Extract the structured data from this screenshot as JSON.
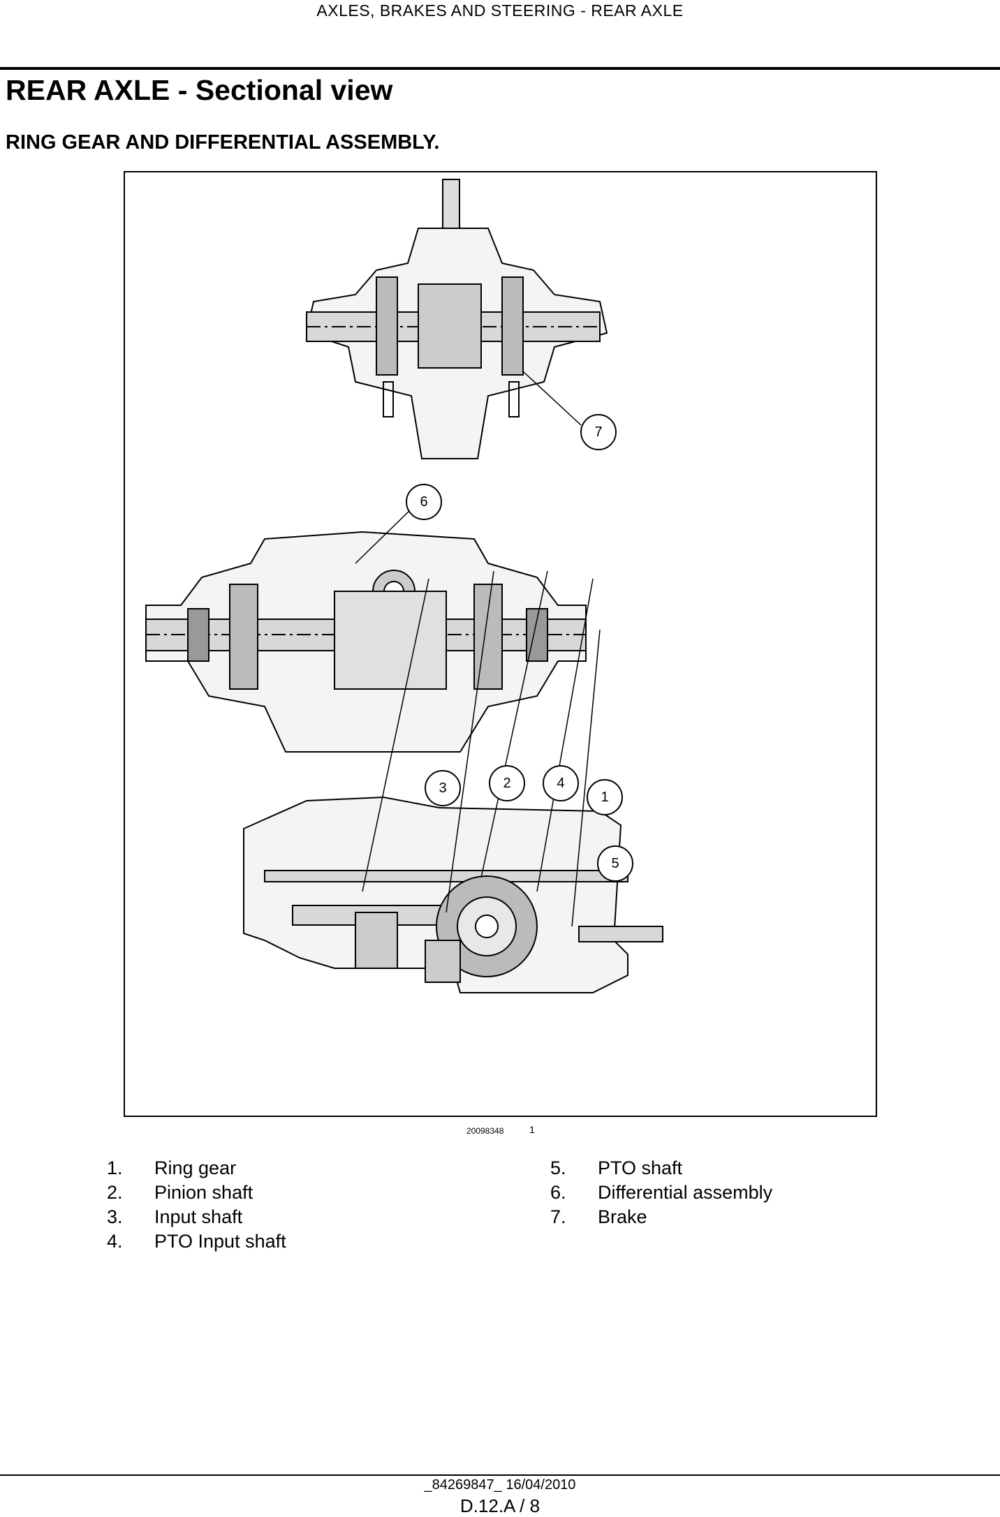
{
  "header": {
    "running_title": "AXLES, BRAKES AND STEERING - REAR AXLE"
  },
  "title": "REAR AXLE - Sectional view",
  "subtitle": "RING GEAR AND DIFFERENTIAL ASSEMBLY.",
  "figure": {
    "image_id": "20098348",
    "number": "1",
    "callouts": [
      "7",
      "6",
      "3",
      "2",
      "4",
      "1",
      "5"
    ]
  },
  "legend": {
    "left": [
      {
        "num": "1.",
        "label": "Ring gear"
      },
      {
        "num": "2.",
        "label": "Pinion shaft"
      },
      {
        "num": "3.",
        "label": "Input shaft"
      },
      {
        "num": "4.",
        "label": "PTO Input shaft"
      }
    ],
    "right": [
      {
        "num": "5.",
        "label": "PTO shaft"
      },
      {
        "num": "6.",
        "label": "Differential assembly"
      },
      {
        "num": "7.",
        "label": "Brake"
      }
    ]
  },
  "footer": {
    "doc_ref": "_84269847_ 16/04/2010",
    "page": "D.12.A / 8"
  }
}
